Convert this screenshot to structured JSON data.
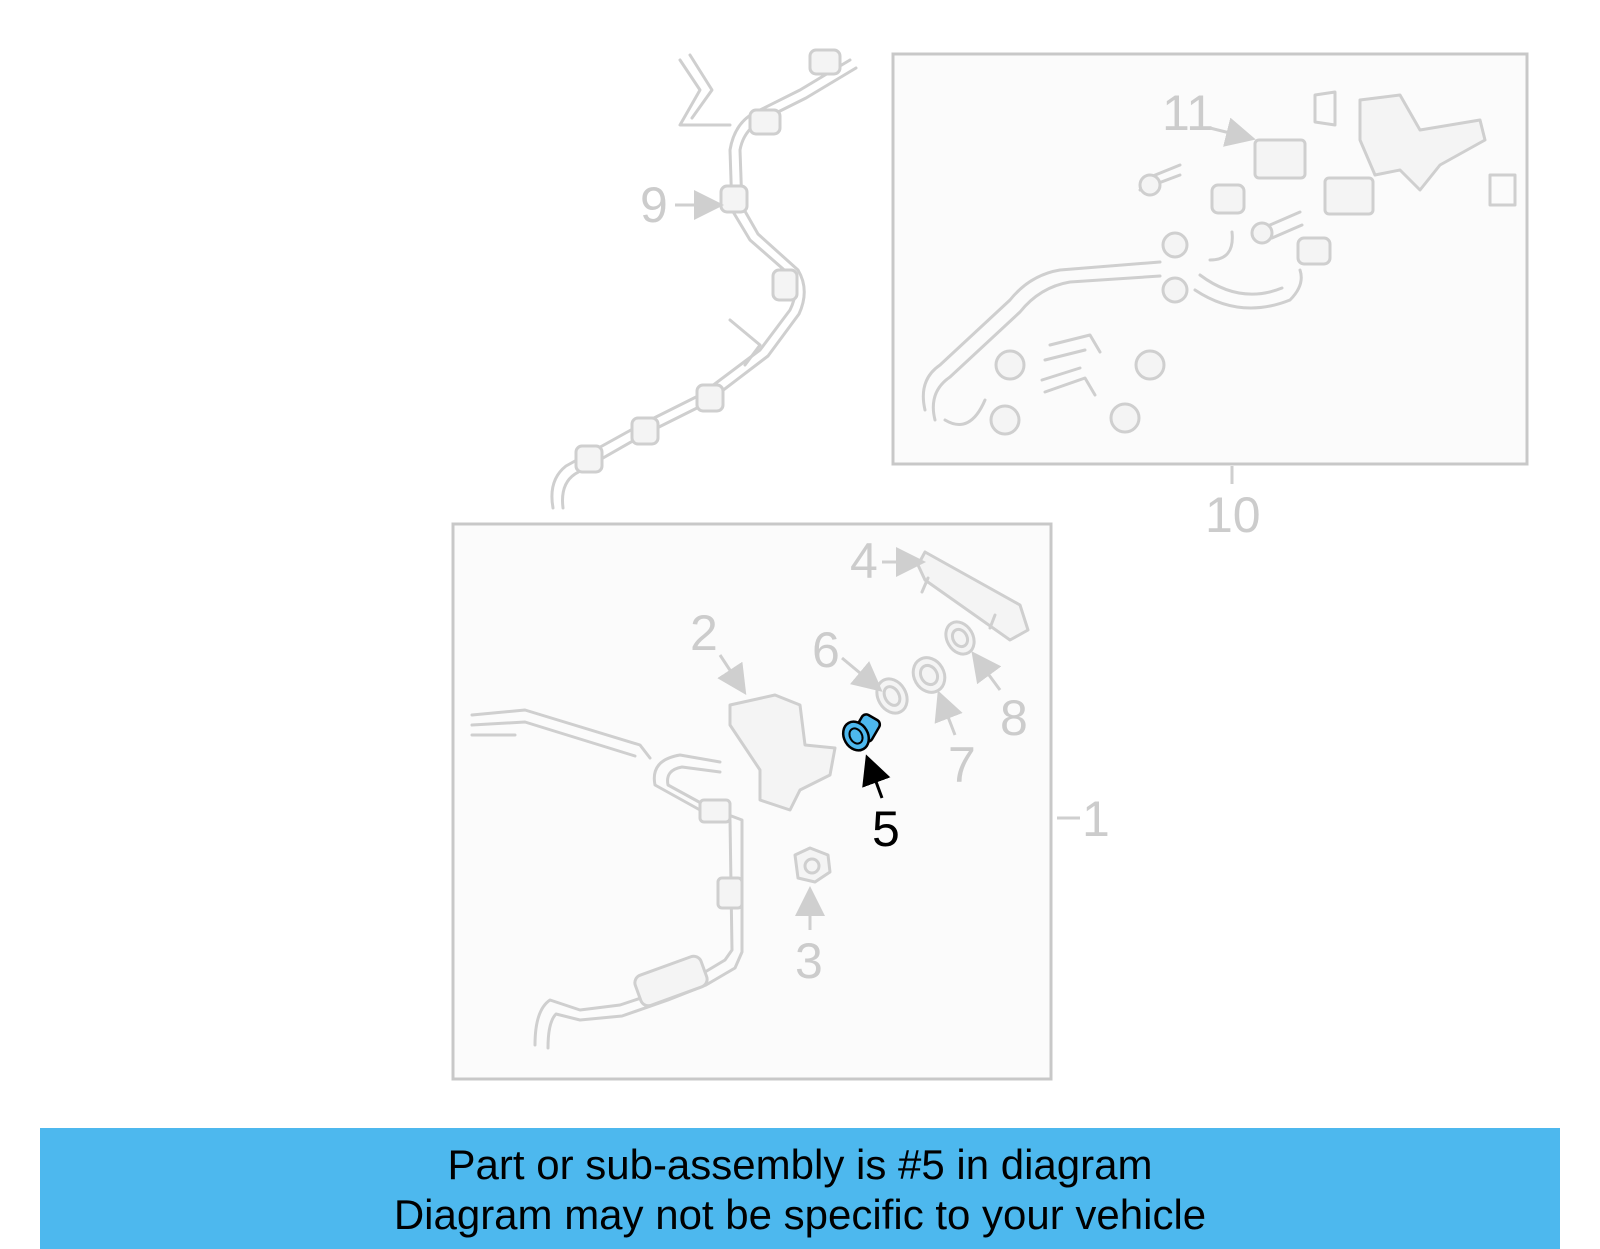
{
  "callouts": {
    "c1": "1",
    "c2": "2",
    "c3": "3",
    "c4": "4",
    "c5": "5",
    "c6": "6",
    "c7": "7",
    "c8": "8",
    "c9": "9",
    "c10": "10",
    "c11": "11"
  },
  "highlighted_part": "5",
  "colors": {
    "highlight": "#4db8ee",
    "banner": "#4db8ee",
    "ghost": "#cfcfcf"
  },
  "banner": {
    "line1": "Part or sub-assembly is #5 in diagram",
    "line2": "Diagram may not be specific to your vehicle"
  }
}
